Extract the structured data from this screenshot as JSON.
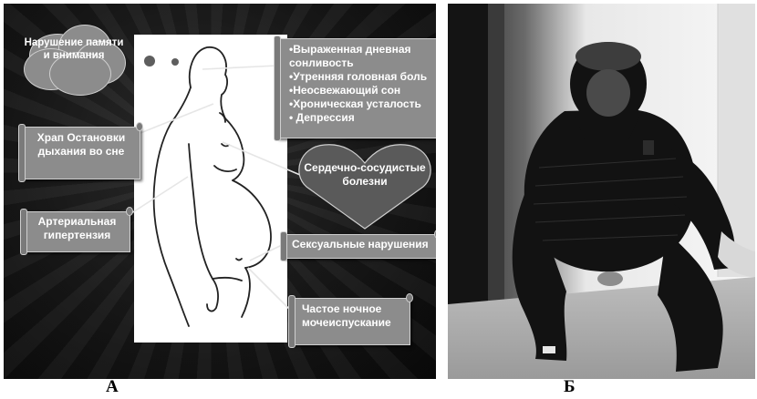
{
  "panel_a": {
    "cloud_text": "Нарушение памяти и внимания",
    "symptoms": [
      "•Выраженная дневная сонливость",
      "•Утренняя головная боль",
      "•Неосвежающий сон",
      "•Хроническая усталость",
      "• Депрессия"
    ],
    "snoring": "Храп Остановки дыхания во сне",
    "cardio": "Сердечно-сосудистые болезни",
    "hypertension": "Артериальная гипертензия",
    "sexual": "Сексуальные нарушения",
    "nocturia": "Частое ночное мочеиспускание",
    "caption": "А"
  },
  "panel_b": {
    "caption": "Б"
  }
}
